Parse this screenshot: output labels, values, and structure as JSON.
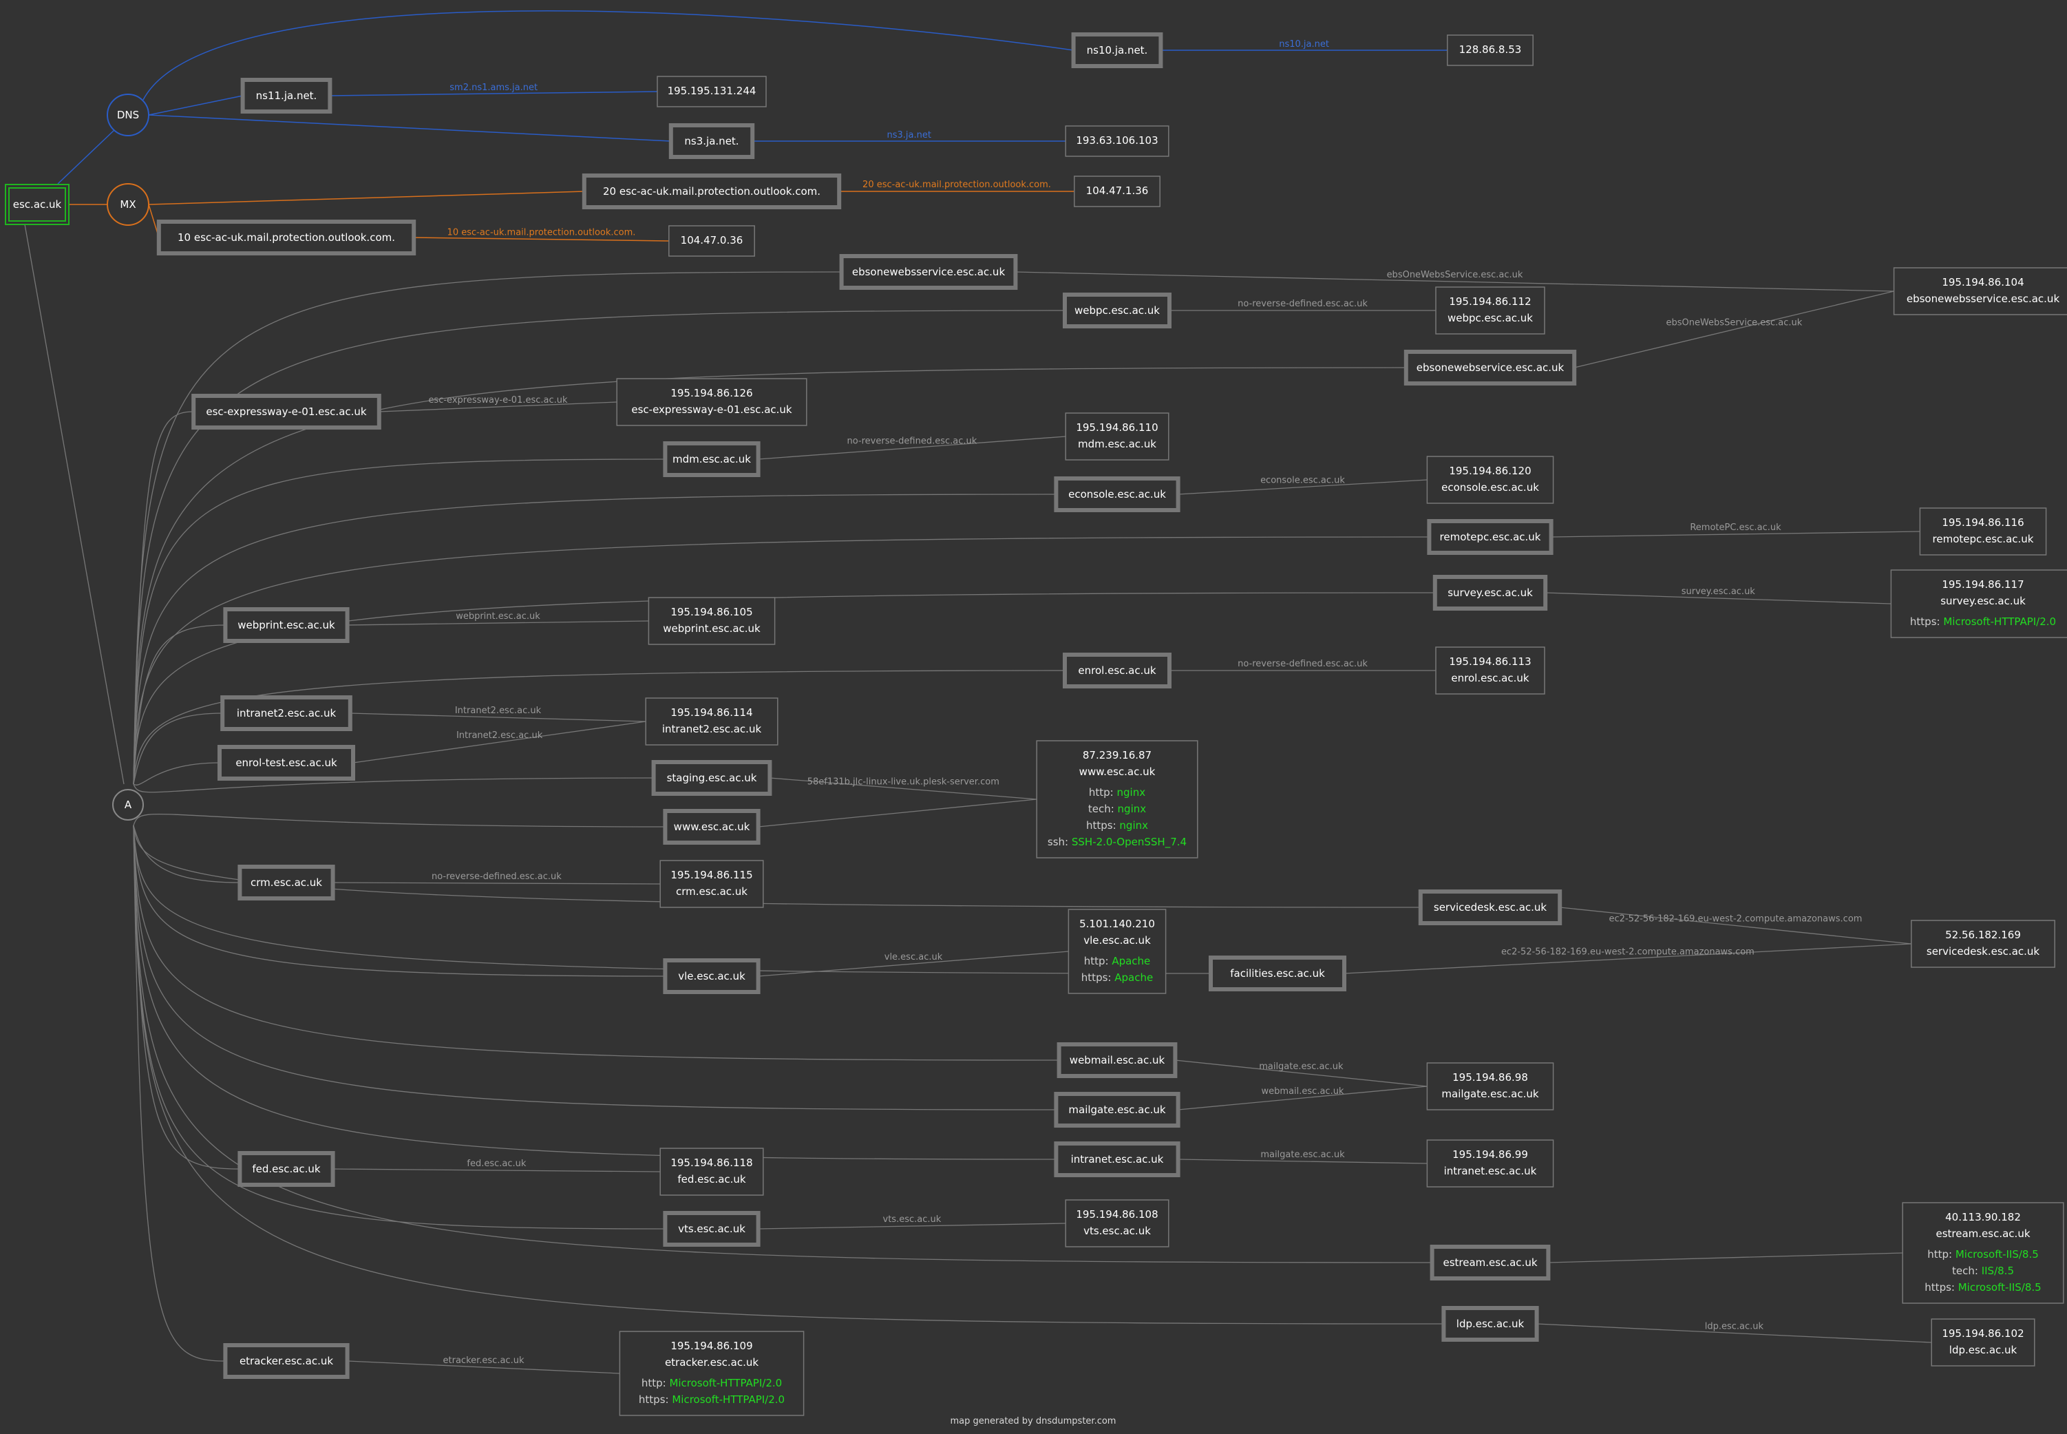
{
  "colors": {
    "background": "#333333",
    "edge": "#777777",
    "dns": "#2a5cc7",
    "mx": "#d9701c",
    "root": "#1fb51f",
    "banner": "#22dd22"
  },
  "root": "esc.ac.uk",
  "hubs": {
    "dns": "DNS",
    "mx": "MX",
    "a": "A"
  },
  "dns": [
    {
      "host": "ns10.ja.net.",
      "label": "ns10.ja.net",
      "ip": "128.86.8.53"
    },
    {
      "host": "ns11.ja.net.",
      "label": "sm2.ns1.ams.ja.net",
      "ip": "195.195.131.244"
    },
    {
      "host": "ns3.ja.net.",
      "label": "ns3.ja.net",
      "ip": "193.63.106.103"
    }
  ],
  "mx": [
    {
      "host": "20 esc-ac-uk.mail.protection.outlook.com.",
      "label": "20 esc-ac-uk.mail.protection.outlook.com.",
      "ip": "104.47.1.36"
    },
    {
      "host": "10 esc-ac-uk.mail.protection.outlook.com.",
      "label": "10 esc-ac-uk.mail.protection.outlook.com.",
      "ip": "104.47.0.36"
    }
  ],
  "ips": [
    {
      "id": "ip104",
      "lines": [
        "195.194.86.104",
        "ebsonewebsservice.esc.ac.uk"
      ]
    },
    {
      "id": "ip112",
      "lines": [
        "195.194.86.112",
        "webpc.esc.ac.uk"
      ]
    },
    {
      "id": "ip126",
      "lines": [
        "195.194.86.126",
        "esc-expressway-e-01.esc.ac.uk"
      ]
    },
    {
      "id": "ip110",
      "lines": [
        "195.194.86.110",
        "mdm.esc.ac.uk"
      ]
    },
    {
      "id": "ip120",
      "lines": [
        "195.194.86.120",
        "econsole.esc.ac.uk"
      ]
    },
    {
      "id": "ip116",
      "lines": [
        "195.194.86.116",
        "remotepc.esc.ac.uk"
      ]
    },
    {
      "id": "ip117",
      "lines": [
        "195.194.86.117",
        "survey.esc.ac.uk"
      ],
      "banners": [
        {
          "k": "https:",
          "v": "Microsoft-HTTPAPI/2.0"
        }
      ]
    },
    {
      "id": "ip105",
      "lines": [
        "195.194.86.105",
        "webprint.esc.ac.uk"
      ]
    },
    {
      "id": "ip113",
      "lines": [
        "195.194.86.113",
        "enrol.esc.ac.uk"
      ]
    },
    {
      "id": "ip114",
      "lines": [
        "195.194.86.114",
        "intranet2.esc.ac.uk"
      ]
    },
    {
      "id": "ip87",
      "lines": [
        "87.239.16.87",
        "www.esc.ac.uk"
      ],
      "banners": [
        {
          "k": "http:",
          "v": "nginx"
        },
        {
          "k": "tech:",
          "v": "nginx"
        },
        {
          "k": "https:",
          "v": "nginx"
        },
        {
          "k": "ssh:",
          "v": "SSH-2.0-OpenSSH_7.4"
        }
      ]
    },
    {
      "id": "ip115",
      "lines": [
        "195.194.86.115",
        "crm.esc.ac.uk"
      ]
    },
    {
      "id": "ip5",
      "lines": [
        "5.101.140.210",
        "vle.esc.ac.uk"
      ],
      "banners": [
        {
          "k": "http:",
          "v": "Apache"
        },
        {
          "k": "https:",
          "v": "Apache"
        }
      ]
    },
    {
      "id": "ip52",
      "lines": [
        "52.56.182.169",
        "servicedesk.esc.ac.uk"
      ]
    },
    {
      "id": "ip98",
      "lines": [
        "195.194.86.98",
        "mailgate.esc.ac.uk"
      ]
    },
    {
      "id": "ip99",
      "lines": [
        "195.194.86.99",
        "intranet.esc.ac.uk"
      ]
    },
    {
      "id": "ip118",
      "lines": [
        "195.194.86.118",
        "fed.esc.ac.uk"
      ]
    },
    {
      "id": "ip108",
      "lines": [
        "195.194.86.108",
        "vts.esc.ac.uk"
      ]
    },
    {
      "id": "ip40",
      "lines": [
        "40.113.90.182",
        "estream.esc.ac.uk"
      ],
      "banners": [
        {
          "k": "http:",
          "v": "Microsoft-IIS/8.5"
        },
        {
          "k": "tech:",
          "v": "IIS/8.5"
        },
        {
          "k": "https:",
          "v": "Microsoft-IIS/8.5"
        }
      ]
    },
    {
      "id": "ip102",
      "lines": [
        "195.194.86.102",
        "ldp.esc.ac.uk"
      ]
    },
    {
      "id": "ip109",
      "lines": [
        "195.194.86.109",
        "etracker.esc.ac.uk"
      ],
      "banners": [
        {
          "k": "http:",
          "v": "Microsoft-HTTPAPI/2.0"
        },
        {
          "k": "https:",
          "v": "Microsoft-HTTPAPI/2.0"
        }
      ]
    }
  ],
  "hosts": [
    {
      "id": "h_ebs1",
      "name": "ebsonewebsservice.esc.ac.uk",
      "ip": "ip104",
      "label": "ebsOneWebsService.esc.ac.uk"
    },
    {
      "id": "h_webpc",
      "name": "webpc.esc.ac.uk",
      "ip": "ip112",
      "label": "no-reverse-defined.esc.ac.uk"
    },
    {
      "id": "h_ebs2",
      "name": "ebsonewebservice.esc.ac.uk",
      "ip": "ip104",
      "label": "ebsOneWebsService.esc.ac.uk"
    },
    {
      "id": "h_expw",
      "name": "esc-expressway-e-01.esc.ac.uk",
      "ip": "ip126",
      "label": "esc-expressway-e-01.esc.ac.uk"
    },
    {
      "id": "h_mdm",
      "name": "mdm.esc.ac.uk",
      "ip": "ip110",
      "label": "no-reverse-defined.esc.ac.uk"
    },
    {
      "id": "h_econ",
      "name": "econsole.esc.ac.uk",
      "ip": "ip120",
      "label": "econsole.esc.ac.uk"
    },
    {
      "id": "h_rpc",
      "name": "remotepc.esc.ac.uk",
      "ip": "ip116",
      "label": "RemotePC.esc.ac.uk"
    },
    {
      "id": "h_survey",
      "name": "survey.esc.ac.uk",
      "ip": "ip117",
      "label": "survey.esc.ac.uk"
    },
    {
      "id": "h_webprint",
      "name": "webprint.esc.ac.uk",
      "ip": "ip105",
      "label": "webprint.esc.ac.uk"
    },
    {
      "id": "h_enrol",
      "name": "enrol.esc.ac.uk",
      "ip": "ip113",
      "label": "no-reverse-defined.esc.ac.uk"
    },
    {
      "id": "h_intra2",
      "name": "intranet2.esc.ac.uk",
      "ip": "ip114",
      "label": "Intranet2.esc.ac.uk"
    },
    {
      "id": "h_enroltest",
      "name": "enrol-test.esc.ac.uk",
      "ip": "ip114",
      "label": "Intranet2.esc.ac.uk"
    },
    {
      "id": "h_staging",
      "name": "staging.esc.ac.uk",
      "ip": "ip87",
      "label": "58ef131b.jlc-linux-live.uk.plesk-server.com"
    },
    {
      "id": "h_www",
      "name": "www.esc.ac.uk",
      "ip": "ip87",
      "label": ""
    },
    {
      "id": "h_crm",
      "name": "crm.esc.ac.uk",
      "ip": "ip115",
      "label": "no-reverse-defined.esc.ac.uk"
    },
    {
      "id": "h_sdesk",
      "name": "servicedesk.esc.ac.uk",
      "ip": "ip52",
      "label": "ec2-52-56-182-169.eu-west-2.compute.amazonaws.com"
    },
    {
      "id": "h_vle",
      "name": "vle.esc.ac.uk",
      "ip": "ip5",
      "label": "vle.esc.ac.uk"
    },
    {
      "id": "h_fac",
      "name": "facilities.esc.ac.uk",
      "ip": "ip52",
      "label": "ec2-52-56-182-169.eu-west-2.compute.amazonaws.com"
    },
    {
      "id": "h_webmail",
      "name": "webmail.esc.ac.uk",
      "ip": "ip98",
      "label": "mailgate.esc.ac.uk"
    },
    {
      "id": "h_mailgate",
      "name": "mailgate.esc.ac.uk",
      "ip": "ip98",
      "label": "webmail.esc.ac.uk"
    },
    {
      "id": "h_intranet",
      "name": "intranet.esc.ac.uk",
      "ip": "ip99",
      "label": "mailgate.esc.ac.uk"
    },
    {
      "id": "h_fed",
      "name": "fed.esc.ac.uk",
      "ip": "ip118",
      "label": "fed.esc.ac.uk"
    },
    {
      "id": "h_vts",
      "name": "vts.esc.ac.uk",
      "ip": "ip108",
      "label": "vts.esc.ac.uk"
    },
    {
      "id": "h_estream",
      "name": "estream.esc.ac.uk",
      "ip": "ip40",
      "label": ""
    },
    {
      "id": "h_ldp",
      "name": "ldp.esc.ac.uk",
      "ip": "ip102",
      "label": "ldp.esc.ac.uk"
    },
    {
      "id": "h_etracker",
      "name": "etracker.esc.ac.uk",
      "ip": "ip109",
      "label": "etracker.esc.ac.uk"
    }
  ],
  "footer": "map generated by dnsdumpster.com"
}
